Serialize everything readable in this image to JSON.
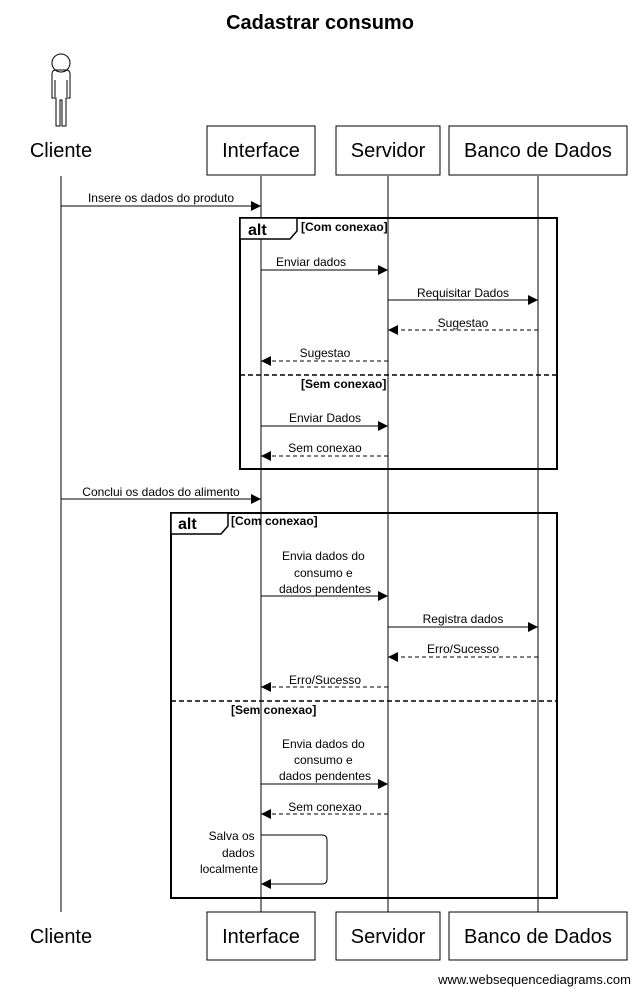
{
  "title": "Cadastrar consumo",
  "watermark": "www.websequencediagrams.com",
  "participants": {
    "cliente": "Cliente",
    "interface": "Interface",
    "servidor": "Servidor",
    "banco": "Banco de Dados"
  },
  "messages": {
    "m1": "Insere os dados do produto",
    "m2": "Enviar dados",
    "m3": "Requisitar Dados",
    "m4": "Sugestao",
    "m5": "Sugestao",
    "m6": "Enviar Dados",
    "m7": "Sem conexao",
    "m8": "Conclui os dados do alimento",
    "m9": [
      "Envia dados do",
      "consumo e",
      "dados pendentes"
    ],
    "m10": "Registra dados",
    "m11": "Erro/Sucesso",
    "m12": "Erro/Sucesso",
    "m13": [
      "Envia dados do",
      "consumo e",
      "dados pendentes"
    ],
    "m14": "Sem conexao",
    "m15": [
      "Salva os",
      "dados",
      "localmente"
    ]
  },
  "fragments": {
    "f1": {
      "keyword": "alt",
      "guard1": "[Com conexao]",
      "guard2": "[Sem conexao]"
    },
    "f2": {
      "keyword": "alt",
      "guard1": "[Com conexao]",
      "guard2": "[Sem conexao]"
    }
  }
}
